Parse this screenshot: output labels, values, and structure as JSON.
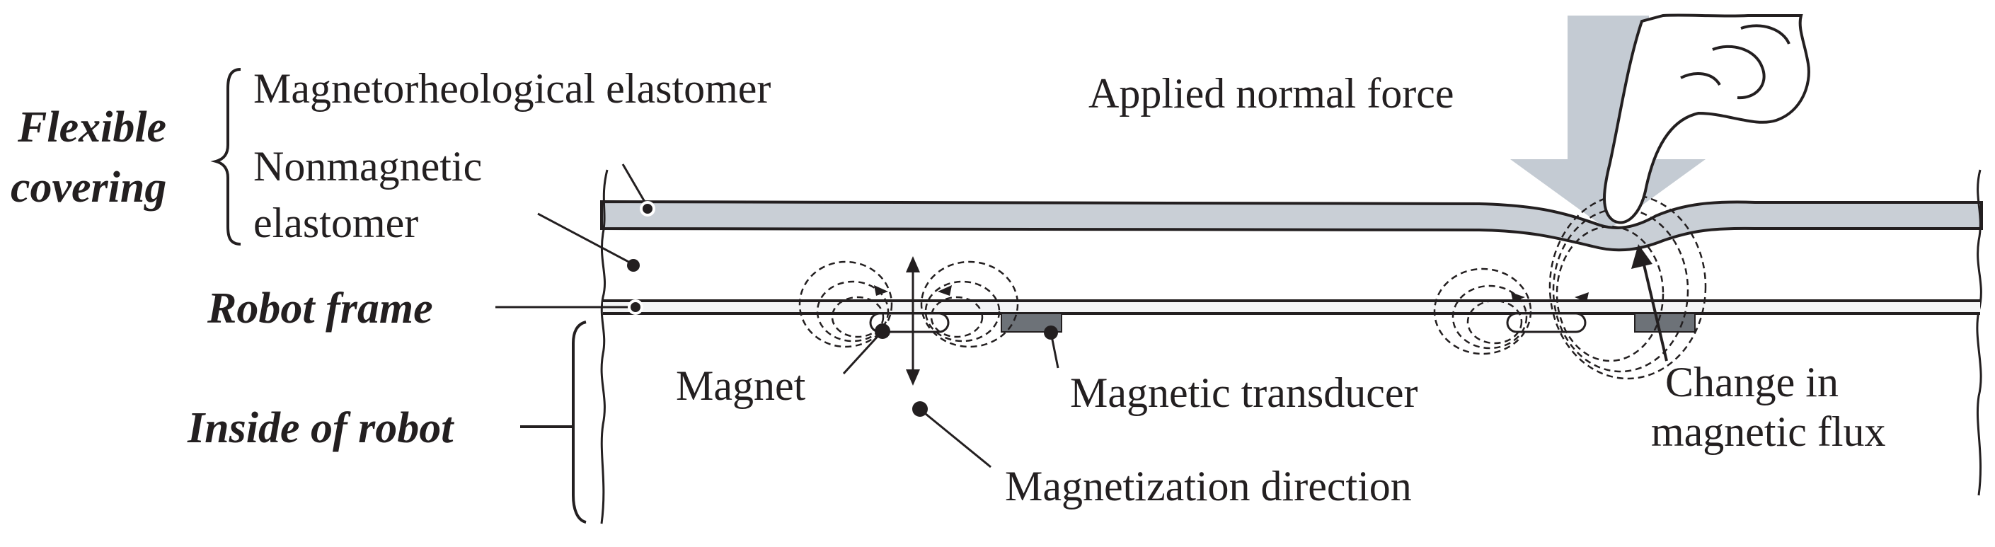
{
  "labels": {
    "flexible_covering_1": "Flexible",
    "flexible_covering_2": "covering",
    "magnetorheological_elastomer": "Magnetorheological elastomer",
    "nonmagnetic_1": "Nonmagnetic",
    "nonmagnetic_2": "elastomer",
    "applied_normal_force": "Applied normal force",
    "robot_frame": "Robot frame",
    "inside_of_robot": "Inside of robot",
    "magnet": "Magnet",
    "magnetic_transducer": "Magnetic transducer",
    "magnetization_direction": "Magnetization direction",
    "change_in_1": "Change in",
    "change_in_2": "magnetic flux"
  },
  "colors": {
    "ink": "#231f20",
    "mre_layer": "#c9cfd6",
    "force_arrow": "#c4cbd3",
    "transducer": "#6d7278",
    "frame_fill": "#f3f4f5"
  }
}
